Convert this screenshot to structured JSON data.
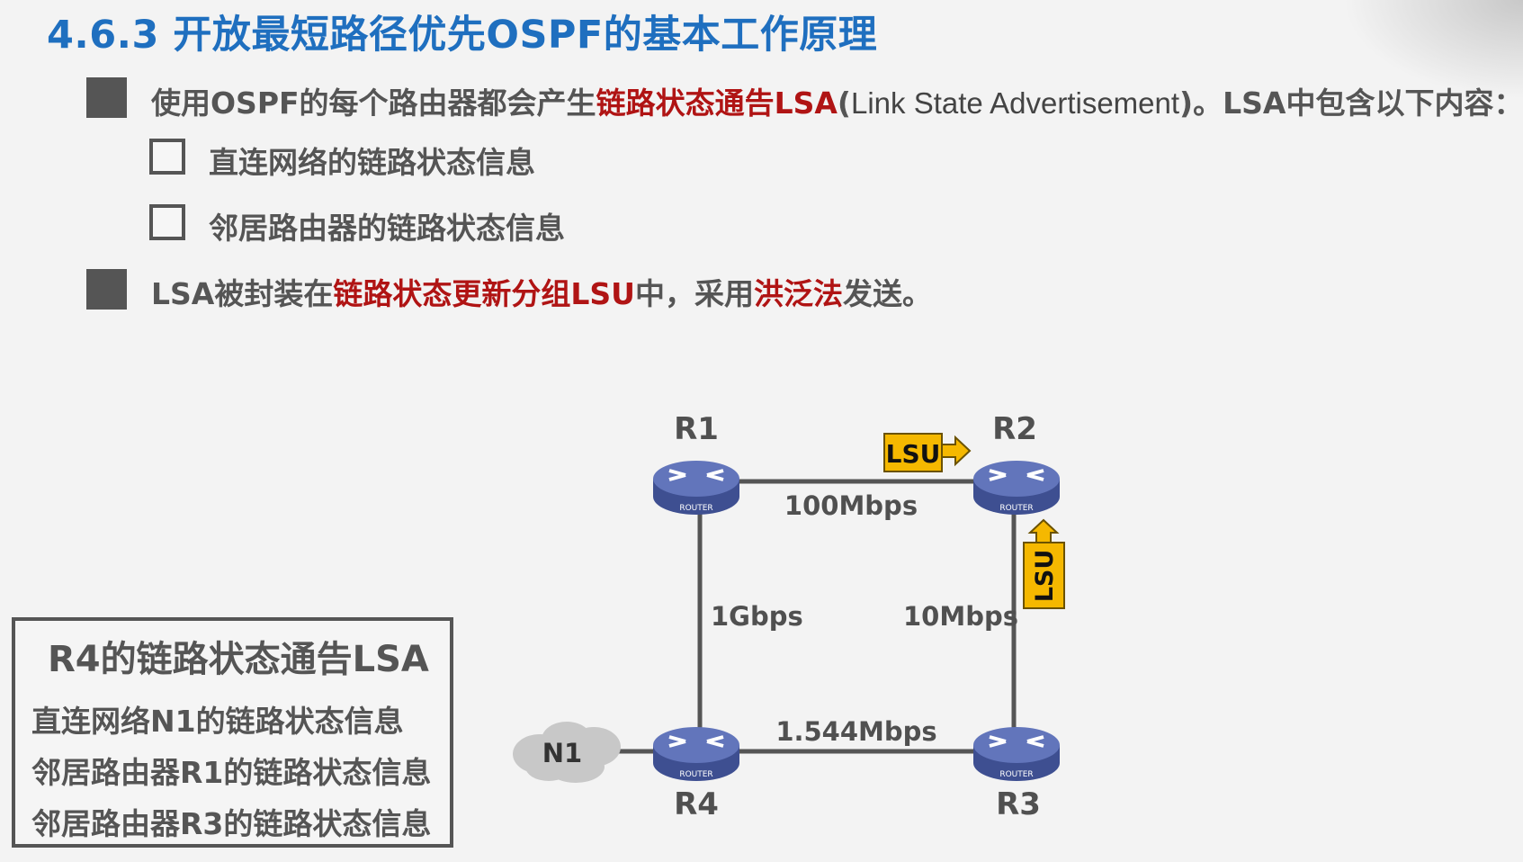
{
  "title": "4.6.3 开放最短路径优先OSPF的基本工作原理",
  "bullets": [
    {
      "parts": [
        {
          "text": "使用OSPF的每个路由器都会产生",
          "style": "normal"
        },
        {
          "text": "链路状态通告LSA",
          "style": "red"
        },
        {
          "text": "(",
          "style": "normal"
        },
        {
          "text": "Link State Advertisement",
          "style": "thin"
        },
        {
          "text": ")。LSA中包含以下内容：",
          "style": "normal"
        }
      ],
      "subitems": [
        "直连网络的链路状态信息",
        "邻居路由器的链路状态信息"
      ]
    },
    {
      "parts": [
        {
          "text": "LSA被封装在",
          "style": "normal"
        },
        {
          "text": "链路状态更新分组LSU",
          "style": "red"
        },
        {
          "text": "中，采用",
          "style": "normal"
        },
        {
          "text": "洪泛法",
          "style": "red"
        },
        {
          "text": "发送。",
          "style": "normal"
        }
      ]
    }
  ],
  "lsa_box": {
    "title": "R4的链路状态通告LSA",
    "items": [
      "直连网络N1的链路状态信息",
      "邻居路由器R1的链路状态信息",
      "邻居路由器R3的链路状态信息"
    ]
  },
  "diagram": {
    "routers": [
      {
        "id": "R1",
        "label": "R1",
        "icon_text": "ROUTER"
      },
      {
        "id": "R2",
        "label": "R2",
        "icon_text": "ROUTER"
      },
      {
        "id": "R3",
        "label": "R3",
        "icon_text": "ROUTER"
      },
      {
        "id": "R4",
        "label": "R4",
        "icon_text": "ROUTER"
      }
    ],
    "network": {
      "id": "N1",
      "label": "N1"
    },
    "links": [
      {
        "from": "R1",
        "to": "R2",
        "label": "100Mbps"
      },
      {
        "from": "R1",
        "to": "R4",
        "label": "1Gbps"
      },
      {
        "from": "R2",
        "to": "R3",
        "label": "10Mbps"
      },
      {
        "from": "R4",
        "to": "R3",
        "label": "1.544Mbps"
      },
      {
        "from": "N1",
        "to": "R4",
        "label": ""
      }
    ],
    "lsu_tags": [
      {
        "label": "LSU",
        "direction": "right",
        "near": "R2"
      },
      {
        "label": "LSU",
        "direction": "up",
        "near": "R2"
      }
    ],
    "colors": {
      "router_top": "#5c6fb4",
      "router_side": "#3e4f91",
      "lsu_fill": "#f5b800",
      "link": "#555555",
      "cloud": "#c8c8c8"
    }
  }
}
